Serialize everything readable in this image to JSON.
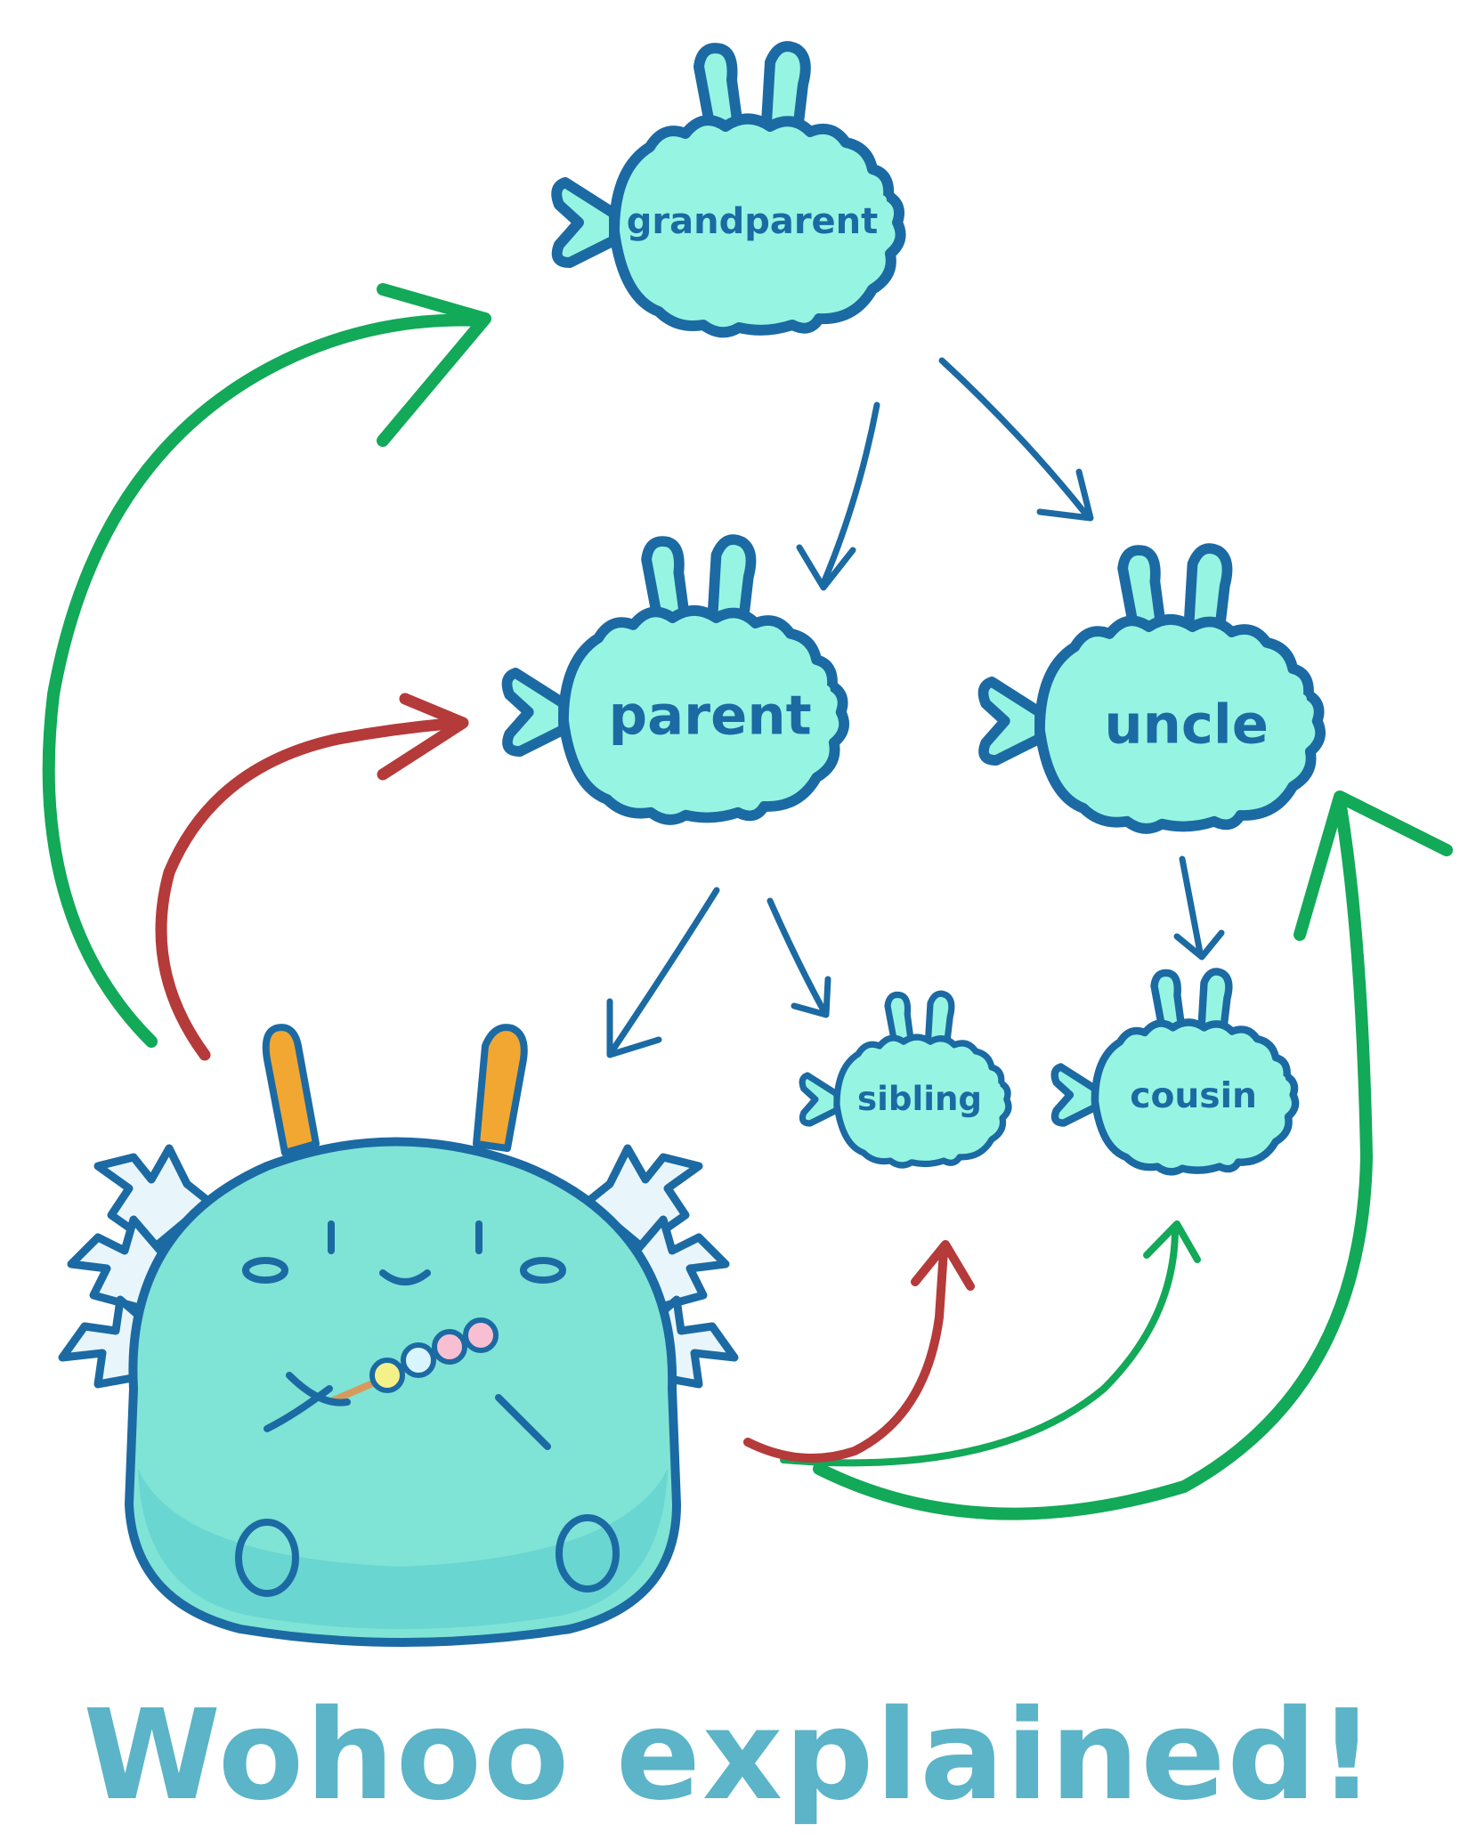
{
  "title": "Wohoo explained!",
  "nodes": {
    "grandparent": "grandparent",
    "parent": "parent",
    "uncle": "uncle",
    "sibling": "sibling",
    "cousin": "cousin"
  },
  "colors": {
    "creature_fill": "#96f5e2",
    "creature_outline": "#1b6aa3",
    "tree_arrow": "#1b6aa3",
    "green_arrow": "#12a958",
    "red_arrow": "#b53a3a",
    "title": "#5bb4c7",
    "mascot_body": "#7fe3d6",
    "mascot_horn": "#f2a732"
  },
  "icons": {
    "mascot": "axie-mascot-icon",
    "node_shape": "axie-creature-icon"
  }
}
